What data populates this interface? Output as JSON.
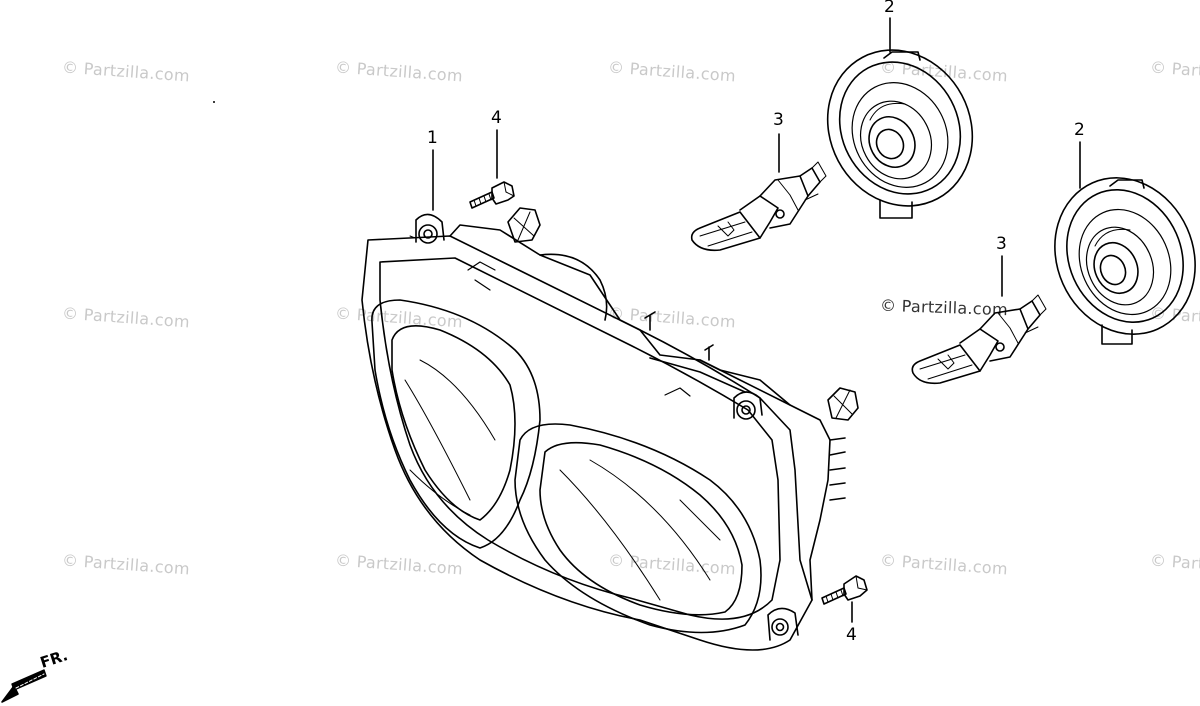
{
  "diagram": {
    "watermark_text": "© Partzilla.com",
    "callouts": {
      "headlight_unit": "1",
      "bulb_cover_upper": "2",
      "bulb_cover_lower": "2",
      "bulb_upper": "3",
      "bulb_lower": "3",
      "screw_upper": "4",
      "screw_lower": "4"
    },
    "front_indicator": "FR.",
    "colors": {
      "line": "#000000",
      "watermark": "#c9c9c9",
      "background": "#ffffff"
    }
  }
}
